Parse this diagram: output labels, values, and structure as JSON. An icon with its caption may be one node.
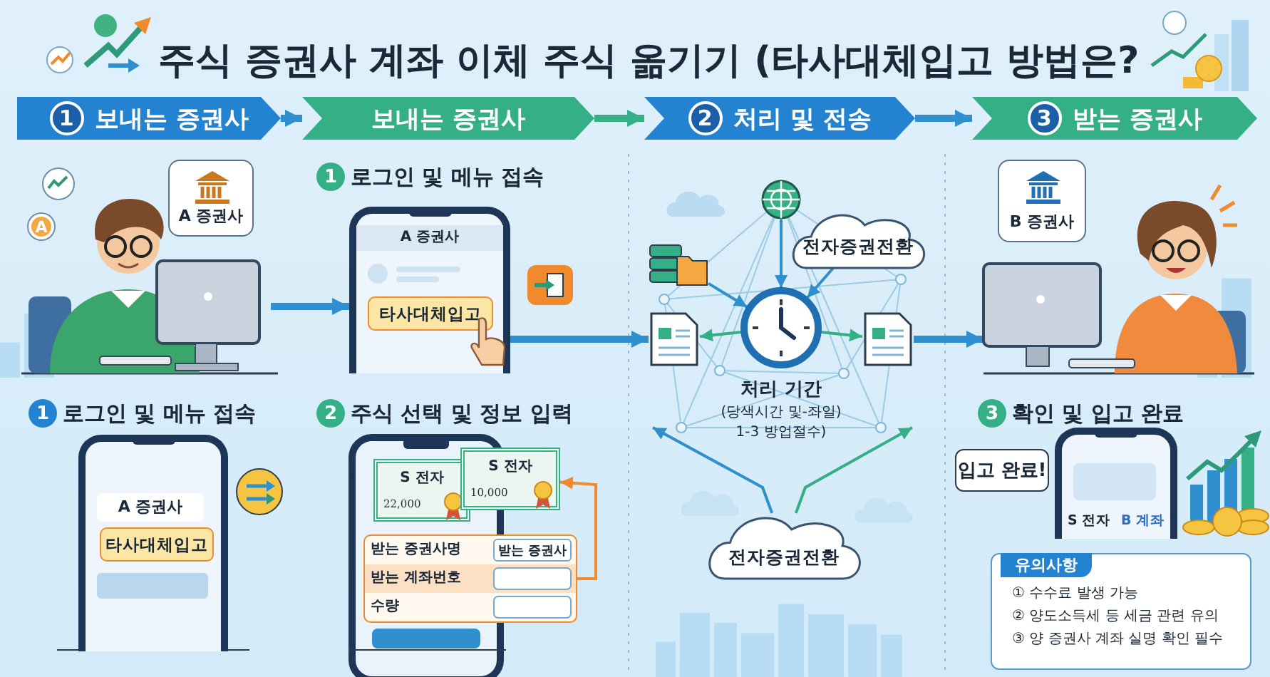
{
  "diagram": {
    "title": "주식 증권사 계좌 이체 주식 옮기기 (타사대체입고 방법은?",
    "nodes": [
      {
        "text": [
          "1",
          "보내는 증권사"
        ]
      },
      {
        "text": [
          "보내는 증권사"
        ]
      },
      {
        "text": [
          "2",
          "처리 및 전송"
        ]
      },
      {
        "text": [
          "3",
          "받는 증권사"
        ]
      },
      {
        "text": [],
        "shape": "picture"
      },
      {
        "text": [
          "A 증권사"
        ]
      },
      {
        "text": [
          "A 증권사"
        ]
      },
      {
        "text": [
          "타사대체입고"
        ],
        "in": 6
      },
      {
        "text": [],
        "shape": "cylinder"
      },
      {
        "text": [],
        "shape": "circle"
      },
      {
        "text": [
          "전자증권전환"
        ]
      },
      {
        "text": [],
        "shape": "picture"
      },
      {
        "text": [],
        "shape": "circle",
        "beside": [
          "처리 기간",
          "(당색시간 및-좌일) 1-3 방업절수)"
        ]
      },
      {
        "text": [],
        "shape": "picture"
      },
      {
        "text": [
          "전자증권전환"
        ]
      },
      {
        "text": [],
        "shape": "picture"
      },
      {
        "text": [
          "B 증권사"
        ]
      },
      {
        "text": [
          "A 증권사"
        ]
      },
      {
        "text": [
          "타사대체입고"
        ],
        "in": 17
      },
      {
        "text": [
          "S 전자",
          "22,000"
        ]
      },
      {
        "text": [
          "S 전자",
          "10,000"
        ]
      },
      {
        "text": [
          "받는 증권사명",
          "받는 계좌번호",
          "수량"
        ]
      },
      {
        "text": [
          "받는 증권사"
        ],
        "in": 21
      },
      {
        "text": [
          "S 전자",
          "B 계좌"
        ]
      },
      {
        "text": [
          "입고 완료!"
        ]
      },
      {
        "text": [
          "유의사항",
          "① 수수료 발생 가능",
          "② 양도소득세 등 세금 관련 유의",
          "③ 양 증권사 계좌 실명 확인 필수"
        ]
      },
      {
        "text": [],
        "shape": "box",
        "in": 21
      },
      {
        "text": [],
        "shape": "box",
        "in": 21
      }
    ],
    "edges": [
      {
        "from": 0,
        "to": 1,
        "arrow": "to",
        "style": "thick"
      },
      {
        "from": 1,
        "to": 2,
        "arrow": "to",
        "style": "thick",
        "color": "#35b086"
      },
      {
        "from": 2,
        "to": 3,
        "arrow": "to",
        "style": "thick"
      },
      {
        "from": 4,
        "to": 6,
        "arrow": "to",
        "style": "thick"
      },
      {
        "from": 6,
        "to": 11,
        "arrow": "to",
        "style": "thick"
      },
      {
        "from": 13,
        "to": 15,
        "arrow": "to",
        "style": "thick"
      },
      {
        "from": 9,
        "to": 12,
        "arrow": "to"
      },
      {
        "from": 8,
        "to": 12,
        "arrow": "to"
      },
      {
        "from": 10,
        "to": 12,
        "arrow": "to"
      },
      {
        "from": 12,
        "to": 11,
        "arrow": "to",
        "color": "#35b086"
      },
      {
        "from": 12,
        "to": 13,
        "arrow": "to",
        "color": "#35b086"
      },
      {
        "from": 14,
        "to": null,
        "arrow": "to"
      },
      {
        "from": 14,
        "to": null,
        "arrow": "to",
        "color": "#35b086"
      },
      {
        "from": 21,
        "to": 20,
        "arrow": "to",
        "color": "#f08a2c"
      }
    ],
    "labels": [
      "A",
      "1",
      "로그인 및 메뉴 접속",
      "1",
      "로그인 및 메뉴 접속",
      "2",
      "주식 선택 및 정보 입력",
      "3",
      "확인 및 입고 완료"
    ]
  }
}
